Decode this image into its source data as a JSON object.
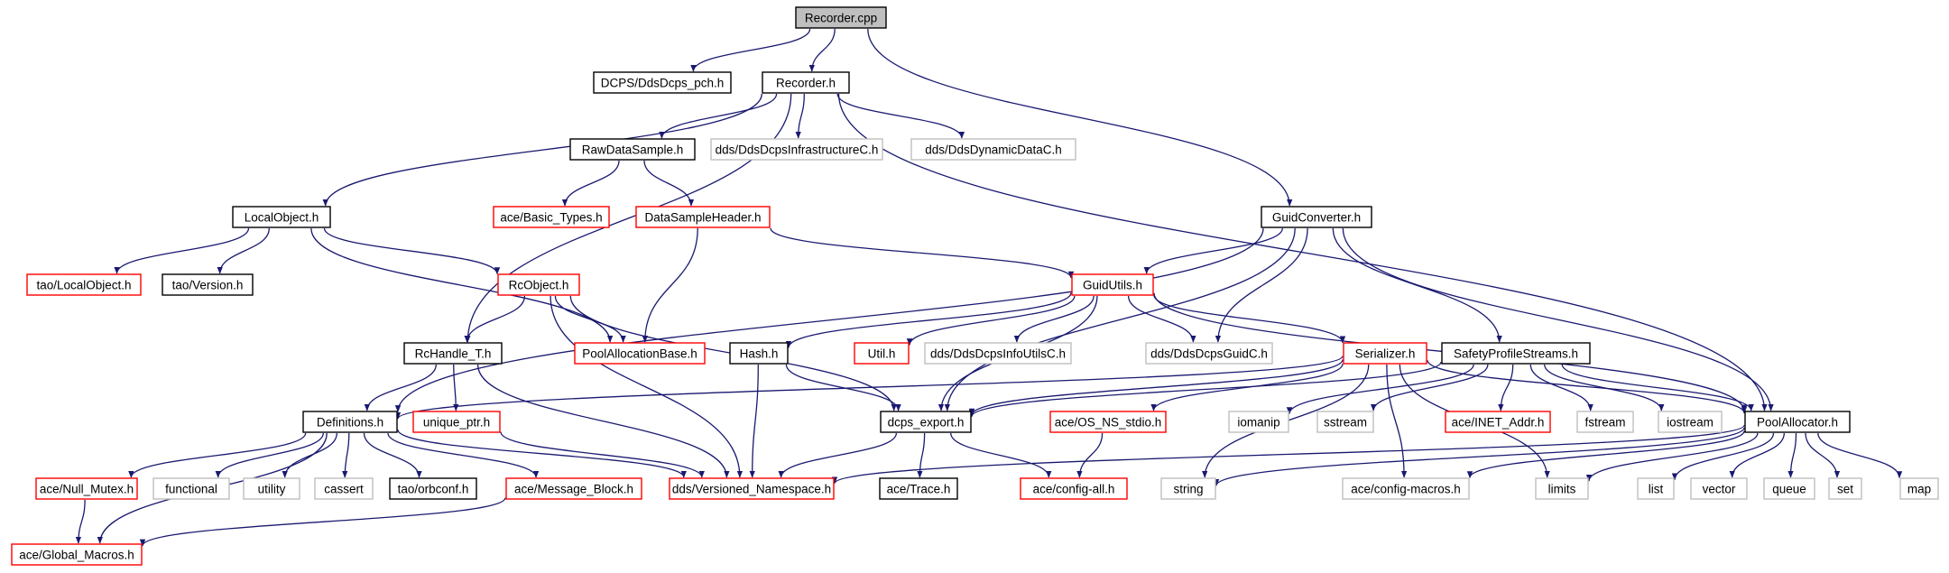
{
  "title": "Recorder.cpp",
  "colors": {
    "root_fill": "#bfbfbf",
    "documented": "#000000",
    "truncated": "#ff0000",
    "undocumented": "#bfbfbf",
    "edge": "#191970",
    "text": "#000000"
  },
  "nodes": [
    {
      "id": "recorder_cpp",
      "label": "Recorder.cpp",
      "kind": "root"
    },
    {
      "id": "dcps_pch",
      "label": "DCPS/DdsDcps_pch.h",
      "kind": "documented"
    },
    {
      "id": "recorder_h",
      "label": "Recorder.h",
      "kind": "documented"
    },
    {
      "id": "raw_data_sample",
      "label": "RawDataSample.h",
      "kind": "documented"
    },
    {
      "id": "infra_c",
      "label": "dds/DdsDcpsInfrastructureC.h",
      "kind": "undocumented"
    },
    {
      "id": "dyn_data_c",
      "label": "dds/DdsDynamicDataC.h",
      "kind": "undocumented"
    },
    {
      "id": "basic_types",
      "label": "ace/Basic_Types.h",
      "kind": "truncated"
    },
    {
      "id": "data_sample_header",
      "label": "DataSampleHeader.h",
      "kind": "truncated"
    },
    {
      "id": "local_object",
      "label": "LocalObject.h",
      "kind": "documented"
    },
    {
      "id": "guid_converter",
      "label": "GuidConverter.h",
      "kind": "documented"
    },
    {
      "id": "tao_local_object",
      "label": "tao/LocalObject.h",
      "kind": "truncated"
    },
    {
      "id": "tao_version",
      "label": "tao/Version.h",
      "kind": "documented"
    },
    {
      "id": "rc_object",
      "label": "RcObject.h",
      "kind": "truncated"
    },
    {
      "id": "guid_utils",
      "label": "GuidUtils.h",
      "kind": "truncated"
    },
    {
      "id": "rc_handle",
      "label": "RcHandle_T.h",
      "kind": "documented"
    },
    {
      "id": "pool_alloc_base",
      "label": "PoolAllocationBase.h",
      "kind": "truncated"
    },
    {
      "id": "hash_h",
      "label": "Hash.h",
      "kind": "documented"
    },
    {
      "id": "util_h",
      "label": "Util.h",
      "kind": "truncated"
    },
    {
      "id": "info_utils_c",
      "label": "dds/DdsDcpsInfoUtilsC.h",
      "kind": "undocumented"
    },
    {
      "id": "guid_c",
      "label": "dds/DdsDcpsGuidC.h",
      "kind": "undocumented"
    },
    {
      "id": "serializer",
      "label": "Serializer.h",
      "kind": "truncated"
    },
    {
      "id": "safety_streams",
      "label": "SafetyProfileStreams.h",
      "kind": "documented"
    },
    {
      "id": "definitions",
      "label": "Definitions.h",
      "kind": "documented"
    },
    {
      "id": "unique_ptr",
      "label": "unique_ptr.h",
      "kind": "truncated"
    },
    {
      "id": "dcps_export",
      "label": "dcps_export.h",
      "kind": "documented"
    },
    {
      "id": "os_ns_stdio",
      "label": "ace/OS_NS_stdio.h",
      "kind": "truncated"
    },
    {
      "id": "iomanip",
      "label": "iomanip",
      "kind": "undocumented"
    },
    {
      "id": "sstream",
      "label": "sstream",
      "kind": "undocumented"
    },
    {
      "id": "inet_addr",
      "label": "ace/INET_Addr.h",
      "kind": "truncated"
    },
    {
      "id": "fstream",
      "label": "fstream",
      "kind": "undocumented"
    },
    {
      "id": "iostream",
      "label": "iostream",
      "kind": "undocumented"
    },
    {
      "id": "pool_allocator",
      "label": "PoolAllocator.h",
      "kind": "documented"
    },
    {
      "id": "null_mutex",
      "label": "ace/Null_Mutex.h",
      "kind": "truncated"
    },
    {
      "id": "functional",
      "label": "functional",
      "kind": "undocumented"
    },
    {
      "id": "utility",
      "label": "utility",
      "kind": "undocumented"
    },
    {
      "id": "cassert",
      "label": "cassert",
      "kind": "undocumented"
    },
    {
      "id": "orbconf",
      "label": "tao/orbconf.h",
      "kind": "documented"
    },
    {
      "id": "message_block",
      "label": "ace/Message_Block.h",
      "kind": "truncated"
    },
    {
      "id": "versioned_ns",
      "label": "dds/Versioned_Namespace.h",
      "kind": "truncated"
    },
    {
      "id": "ace_trace",
      "label": "ace/Trace.h",
      "kind": "documented"
    },
    {
      "id": "config_all",
      "label": "ace/config-all.h",
      "kind": "truncated"
    },
    {
      "id": "string",
      "label": "string",
      "kind": "undocumented"
    },
    {
      "id": "config_macros",
      "label": "ace/config-macros.h",
      "kind": "undocumented"
    },
    {
      "id": "limits",
      "label": "limits",
      "kind": "undocumented"
    },
    {
      "id": "list",
      "label": "list",
      "kind": "undocumented"
    },
    {
      "id": "vector",
      "label": "vector",
      "kind": "undocumented"
    },
    {
      "id": "queue",
      "label": "queue",
      "kind": "undocumented"
    },
    {
      "id": "set",
      "label": "set",
      "kind": "undocumented"
    },
    {
      "id": "map",
      "label": "map",
      "kind": "undocumented"
    },
    {
      "id": "global_macros",
      "label": "ace/Global_Macros.h",
      "kind": "truncated"
    }
  ],
  "edges": [
    [
      "recorder_cpp",
      "dcps_pch"
    ],
    [
      "recorder_cpp",
      "recorder_h"
    ],
    [
      "recorder_cpp",
      "guid_converter"
    ],
    [
      "recorder_h",
      "local_object"
    ],
    [
      "recorder_h",
      "raw_data_sample"
    ],
    [
      "recorder_h",
      "infra_c"
    ],
    [
      "recorder_h",
      "dyn_data_c"
    ],
    [
      "recorder_h",
      "rc_handle"
    ],
    [
      "recorder_h",
      "pool_allocator"
    ],
    [
      "raw_data_sample",
      "basic_types"
    ],
    [
      "raw_data_sample",
      "data_sample_header"
    ],
    [
      "data_sample_header",
      "guid_utils"
    ],
    [
      "data_sample_header",
      "pool_alloc_base"
    ],
    [
      "local_object",
      "tao_local_object"
    ],
    [
      "local_object",
      "tao_version"
    ],
    [
      "local_object",
      "rc_object"
    ],
    [
      "local_object",
      "pool_alloc_base"
    ],
    [
      "guid_converter",
      "guid_utils"
    ],
    [
      "guid_converter",
      "definitions"
    ],
    [
      "guid_converter",
      "guid_c"
    ],
    [
      "guid_converter",
      "dcps_export"
    ],
    [
      "guid_converter",
      "safety_streams"
    ],
    [
      "guid_converter",
      "pool_allocator"
    ],
    [
      "rc_object",
      "rc_handle"
    ],
    [
      "rc_object",
      "pool_alloc_base"
    ],
    [
      "rc_object",
      "dcps_export"
    ],
    [
      "rc_object",
      "versioned_ns"
    ],
    [
      "guid_utils",
      "hash_h"
    ],
    [
      "guid_utils",
      "util_h"
    ],
    [
      "guid_utils",
      "info_utils_c"
    ],
    [
      "guid_utils",
      "guid_c"
    ],
    [
      "guid_utils",
      "serializer"
    ],
    [
      "guid_utils",
      "dcps_export"
    ],
    [
      "guid_utils",
      "pool_allocator"
    ],
    [
      "rc_handle",
      "definitions"
    ],
    [
      "rc_handle",
      "unique_ptr"
    ],
    [
      "rc_handle",
      "versioned_ns"
    ],
    [
      "hash_h",
      "dcps_export"
    ],
    [
      "hash_h",
      "versioned_ns"
    ],
    [
      "serializer",
      "definitions"
    ],
    [
      "serializer",
      "dcps_export"
    ],
    [
      "serializer",
      "os_ns_stdio"
    ],
    [
      "serializer",
      "string"
    ],
    [
      "serializer",
      "config_macros"
    ],
    [
      "serializer",
      "limits"
    ],
    [
      "serializer",
      "pool_allocator"
    ],
    [
      "safety_streams",
      "dcps_export"
    ],
    [
      "safety_streams",
      "iomanip"
    ],
    [
      "safety_streams",
      "sstream"
    ],
    [
      "safety_streams",
      "inet_addr"
    ],
    [
      "safety_streams",
      "fstream"
    ],
    [
      "safety_streams",
      "iostream"
    ],
    [
      "safety_streams",
      "pool_allocator"
    ],
    [
      "definitions",
      "null_mutex"
    ],
    [
      "definitions",
      "functional"
    ],
    [
      "definitions",
      "utility"
    ],
    [
      "definitions",
      "cassert"
    ],
    [
      "definitions",
      "orbconf"
    ],
    [
      "definitions",
      "message_block"
    ],
    [
      "definitions",
      "versioned_ns"
    ],
    [
      "definitions",
      "global_macros"
    ],
    [
      "unique_ptr",
      "versioned_ns"
    ],
    [
      "dcps_export",
      "versioned_ns"
    ],
    [
      "dcps_export",
      "ace_trace"
    ],
    [
      "dcps_export",
      "config_all"
    ],
    [
      "os_ns_stdio",
      "config_all"
    ],
    [
      "null_mutex",
      "global_macros"
    ],
    [
      "message_block",
      "global_macros"
    ],
    [
      "pool_allocator",
      "versioned_ns"
    ],
    [
      "pool_allocator",
      "string"
    ],
    [
      "pool_allocator",
      "config_macros"
    ],
    [
      "pool_allocator",
      "limits"
    ],
    [
      "pool_allocator",
      "list"
    ],
    [
      "pool_allocator",
      "vector"
    ],
    [
      "pool_allocator",
      "queue"
    ],
    [
      "pool_allocator",
      "set"
    ],
    [
      "pool_allocator",
      "map"
    ]
  ]
}
